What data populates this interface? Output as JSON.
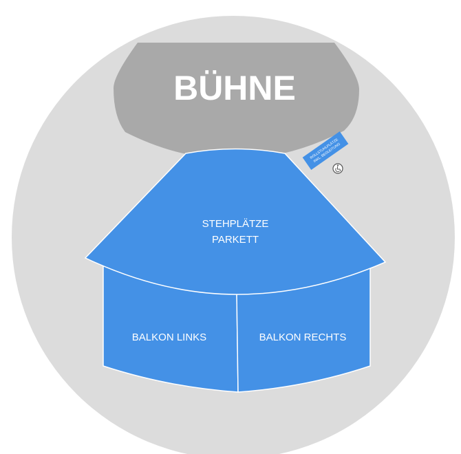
{
  "colors": {
    "page_bg": "#ffffff",
    "venue_bg": "#dcdcdc",
    "stage": "#a9a9a9",
    "seat_section": "#4491e6",
    "section_border": "#ffffff",
    "label": "#ffffff"
  },
  "stage": {
    "label": "BÜHNE"
  },
  "sections": {
    "parkett": {
      "line1": "STEHPLÄTZE",
      "line2": "PARKETT"
    },
    "balkon_links": {
      "label": "BALKON LINKS"
    },
    "balkon_rechts": {
      "label": "BALKON RECHTS"
    },
    "wheelchair": {
      "line1": "ROLLSTUHLPLÄTZE",
      "line2": "INKL. BEGLEITUNG",
      "icon": "wheelchair-icon"
    }
  }
}
